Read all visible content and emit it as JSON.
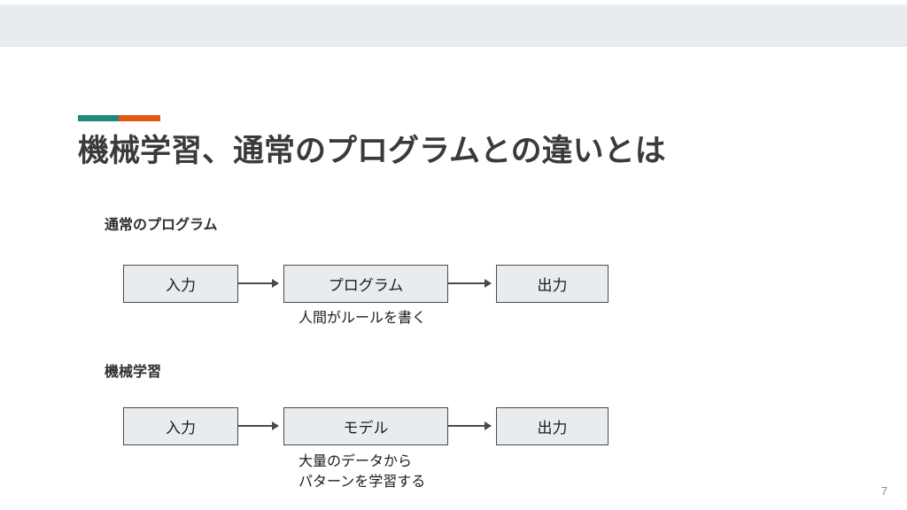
{
  "slide": {
    "title": "機械学習、通常のプログラムとの違いとは",
    "page_number": "7",
    "accent": {
      "teal": "#1e8a7e",
      "orange": "#e05a16"
    },
    "colors": {
      "header_band": "#e8ecee",
      "box_fill": "#e8ecee",
      "box_border": "#4a4a4a",
      "title_text": "#3a3a3a",
      "body_text": "#1c1c1c",
      "page_number_text": "#8a8a8a"
    },
    "sections": [
      {
        "heading": "通常のプログラム",
        "flow": {
          "input_label": "入力",
          "middle_label": "プログラム",
          "output_label": "出力"
        },
        "caption_lines": [
          "人間がルールを書く"
        ]
      },
      {
        "heading": "機械学習",
        "flow": {
          "input_label": "入力",
          "middle_label": "モデル",
          "output_label": "出力"
        },
        "caption_lines": [
          "大量のデータから",
          "パターンを学習する"
        ]
      }
    ]
  }
}
